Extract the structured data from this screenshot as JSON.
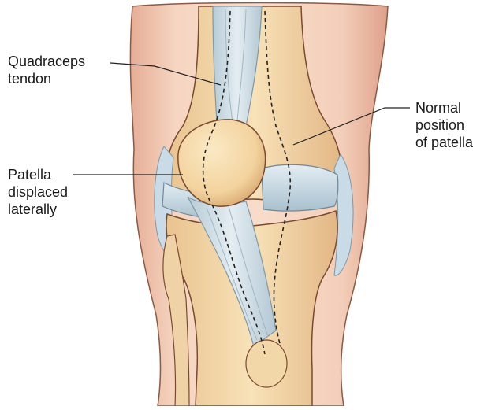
{
  "labels": {
    "quadriceps": [
      "Quadraceps",
      "tendon"
    ],
    "patella_displaced": [
      "Patella",
      "displaced",
      "laterally"
    ],
    "normal_position": [
      "Normal",
      "position",
      "of patella"
    ]
  },
  "colors": {
    "skin": "#f1c8b0",
    "skin_shadow": "#d99a82",
    "bone": "#f6dfb0",
    "bone_shadow": "#dcb07a",
    "tendon": "#d6e3ea",
    "tendon_shadow": "#9fb6c3",
    "cartilage": "#c9dbe6",
    "outline": "#6b3d2a",
    "leader": "#222222"
  }
}
